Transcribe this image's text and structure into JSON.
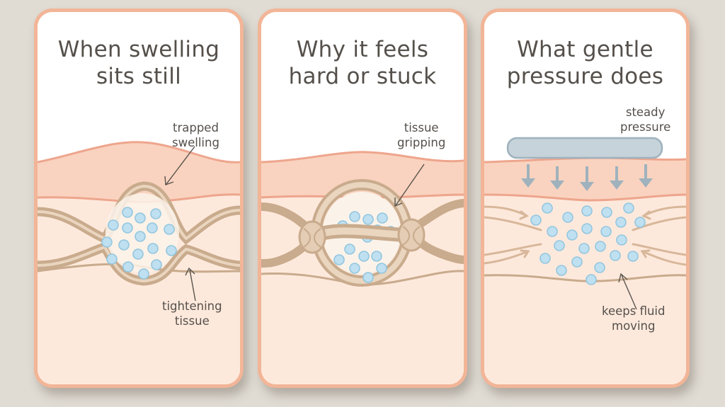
{
  "panels": [
    {
      "title_lines": [
        "When swelling",
        "sits still"
      ],
      "labels": {
        "top": [
          "trapped",
          "swelling"
        ],
        "bottom": [
          "tightening",
          "tissue"
        ]
      }
    },
    {
      "title_lines": [
        "Why it feels",
        "hard or stuck"
      ],
      "labels": {
        "top": [
          "tissue",
          "gripping"
        ]
      }
    },
    {
      "title_lines": [
        "What gentle",
        "pressure does"
      ],
      "labels": {
        "top": [
          "steady",
          "pressure"
        ],
        "bottom": [
          "keeps fluid",
          "moving"
        ]
      }
    }
  ],
  "colors": {
    "background": "#e0dbd3",
    "card_border": "#f2b597",
    "skin_band": "#f9d3bf",
    "tissue_fill": "#fde9dc",
    "fiber": "#c9ab8d",
    "fluid_drop": "#bfe0f0",
    "pressure_pad": "#c6d3da",
    "pressure_arrow": "#9fb2bd",
    "text": "#55504b"
  }
}
